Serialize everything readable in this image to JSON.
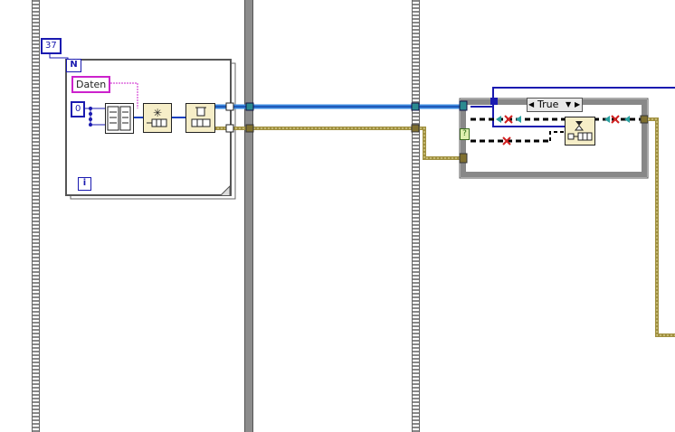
{
  "loop_count_constant": "37",
  "for_loop": {
    "count_terminal": "N",
    "iteration_terminal": "i"
  },
  "string_constant": "Daten",
  "numeric_constant": "0",
  "case_structure": {
    "selector_value": "True",
    "condition_terminal": "?"
  },
  "wire_colors": {
    "refnum": "#1040c0",
    "error_cluster": "#a09040",
    "structure_frame": "#808080"
  }
}
